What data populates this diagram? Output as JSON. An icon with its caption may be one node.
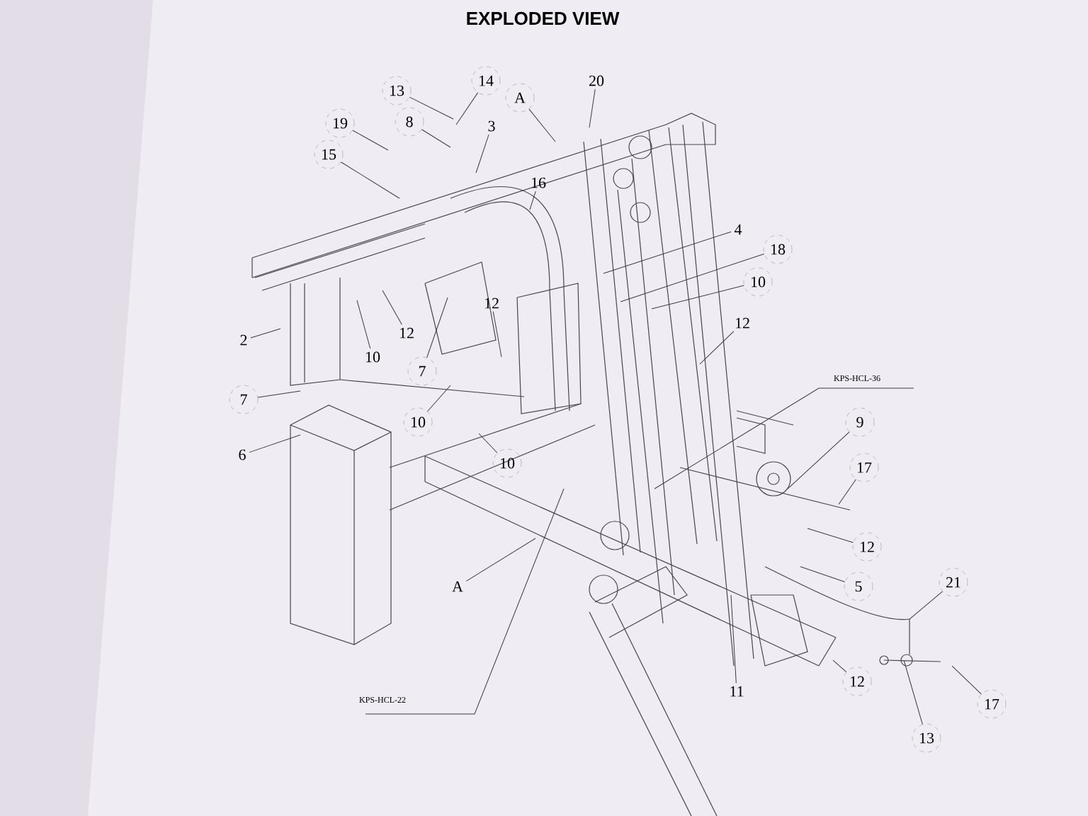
{
  "diagram": {
    "title": "EXPLODED VIEW",
    "nodes": [
      {
        "text": [
          "13"
        ]
      },
      {
        "text": [
          "14"
        ]
      },
      {
        "text": [
          "A"
        ]
      },
      {
        "text": [
          "20"
        ]
      },
      {
        "text": [
          "8"
        ]
      },
      {
        "text": [
          "3"
        ]
      },
      {
        "text": [
          "19"
        ]
      },
      {
        "text": [
          "15"
        ]
      },
      {
        "text": [
          "16"
        ]
      },
      {
        "text": [
          "4"
        ]
      },
      {
        "text": [
          "18"
        ]
      },
      {
        "text": [
          "10"
        ]
      },
      {
        "text": [
          "12"
        ]
      },
      {
        "text": [
          "12"
        ]
      },
      {
        "text": [
          "12"
        ]
      },
      {
        "text": [
          "2"
        ]
      },
      {
        "text": [
          "10"
        ]
      },
      {
        "text": [
          "7"
        ]
      },
      {
        "text": [
          "7"
        ]
      },
      {
        "text": [
          "10"
        ]
      },
      {
        "text": [
          "6"
        ]
      },
      {
        "text": [
          "KPS-HCL-36"
        ]
      },
      {
        "text": [
          "9"
        ]
      },
      {
        "text": [
          "10"
        ]
      },
      {
        "text": [
          "17"
        ]
      },
      {
        "text": [
          "12"
        ]
      },
      {
        "text": [
          "A"
        ]
      },
      {
        "text": [
          "5"
        ]
      },
      {
        "text": [
          "21"
        ]
      },
      {
        "text": [
          "11"
        ]
      },
      {
        "text": [
          "12"
        ]
      },
      {
        "text": [
          "KPS-HCL-22"
        ]
      },
      {
        "text": [
          "17"
        ]
      },
      {
        "text": [
          "13"
        ]
      }
    ],
    "edges": [
      {
        "from": 0,
        "to": null,
        "arrow": "none"
      },
      {
        "from": 1,
        "to": null,
        "arrow": "none"
      },
      {
        "from": 2,
        "to": null,
        "arrow": "none"
      },
      {
        "from": 3,
        "to": null,
        "arrow": "none"
      },
      {
        "from": 4,
        "to": null,
        "arrow": "none"
      },
      {
        "from": 5,
        "to": null,
        "arrow": "none"
      },
      {
        "from": 6,
        "to": null,
        "arrow": "none"
      },
      {
        "from": 7,
        "to": null,
        "arrow": "none"
      },
      {
        "from": 8,
        "to": null,
        "arrow": "none"
      },
      {
        "from": 9,
        "to": null,
        "arrow": "none"
      },
      {
        "from": 10,
        "to": null,
        "arrow": "none"
      },
      {
        "from": 11,
        "to": null,
        "arrow": "none"
      },
      {
        "from": 12,
        "to": null,
        "arrow": "none"
      },
      {
        "from": 13,
        "to": null,
        "arrow": "none"
      },
      {
        "from": 14,
        "to": null,
        "arrow": "none"
      },
      {
        "from": 15,
        "to": null,
        "arrow": "none"
      },
      {
        "from": 16,
        "to": null,
        "arrow": "none"
      },
      {
        "from": 17,
        "to": null,
        "arrow": "none"
      },
      {
        "from": 18,
        "to": null,
        "arrow": "none"
      },
      {
        "from": 19,
        "to": null,
        "arrow": "none"
      },
      {
        "from": 20,
        "to": null,
        "arrow": "none"
      },
      {
        "from": 21,
        "to": null,
        "arrow": "none"
      },
      {
        "from": 22,
        "to": null,
        "arrow": "none"
      },
      {
        "from": 23,
        "to": null,
        "arrow": "none"
      },
      {
        "from": 24,
        "to": null,
        "arrow": "none"
      },
      {
        "from": 25,
        "to": null,
        "arrow": "none"
      },
      {
        "from": 26,
        "to": null,
        "arrow": "none"
      },
      {
        "from": 27,
        "to": null,
        "arrow": "none"
      },
      {
        "from": 28,
        "to": null,
        "arrow": "none"
      },
      {
        "from": 29,
        "to": null,
        "arrow": "none"
      },
      {
        "from": 30,
        "to": null,
        "arrow": "none"
      },
      {
        "from": 31,
        "to": null,
        "arrow": "none"
      },
      {
        "from": 32,
        "to": null,
        "arrow": "none"
      },
      {
        "from": 33,
        "to": null,
        "arrow": "none"
      }
    ]
  }
}
